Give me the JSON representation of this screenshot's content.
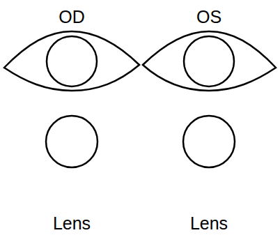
{
  "diagram": {
    "labels": [
      "OD",
      "OS",
      "Lens",
      "Lens"
    ]
  }
}
